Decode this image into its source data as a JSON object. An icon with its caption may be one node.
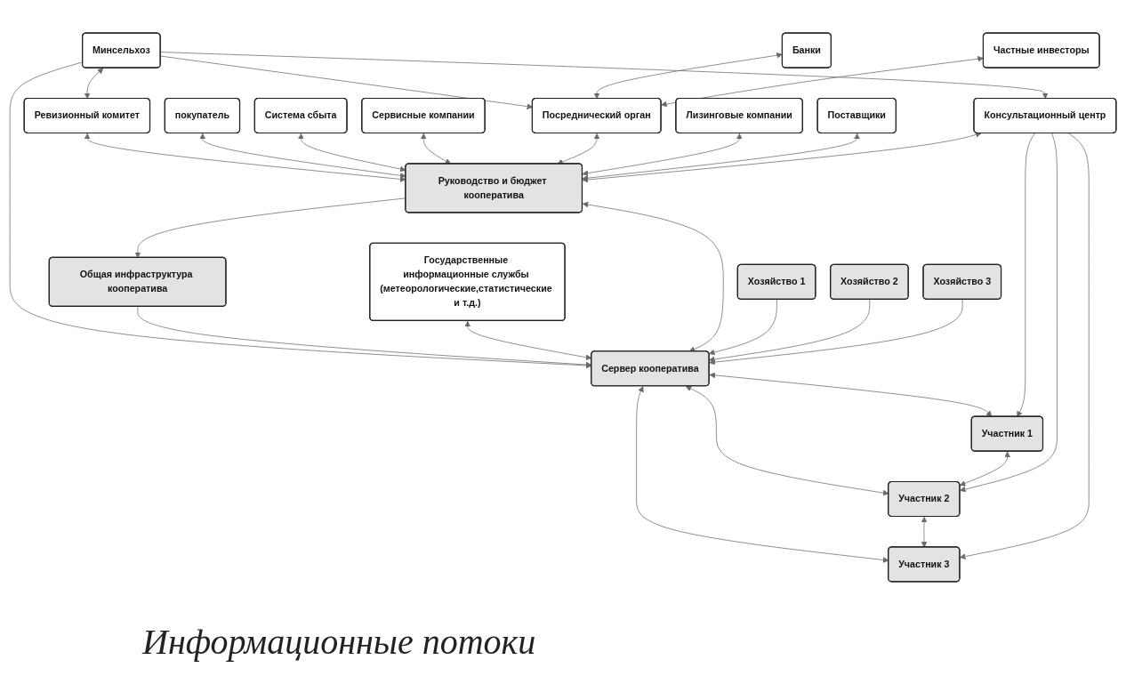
{
  "diagram": {
    "caption": "Информационные потоки",
    "nodes": [
      {
        "text": [
          "Минсельхоз"
        ]
      },
      {
        "text": [
          "покупатель"
        ]
      },
      {
        "text": [
          "Государственные информационные службы (метеорологические,статистические и т.д.)"
        ]
      },
      {
        "text": [
          "Система сбыта"
        ]
      },
      {
        "text": [
          "Ревизионный комитет"
        ]
      },
      {
        "text": [
          "Посреднический орган"
        ]
      },
      {
        "text": [
          "Общая инфраструктура кооператива"
        ]
      },
      {
        "text": [
          "Сервисные компании"
        ]
      },
      {
        "text": [
          "Банки"
        ]
      },
      {
        "text": [
          "Частные инвесторы"
        ]
      },
      {
        "text": [
          "Руководство и бюджет кооператива"
        ]
      },
      {
        "text": [
          "Лизинговые компании"
        ]
      },
      {
        "text": [
          "Сервер кооператива"
        ]
      },
      {
        "text": [
          "Поставщики"
        ]
      },
      {
        "text": [
          "Участник 1"
        ]
      },
      {
        "text": [
          "Участник 2"
        ]
      },
      {
        "text": [
          "Участник 3"
        ]
      },
      {
        "text": [
          "Консультационный центр"
        ]
      },
      {
        "text": [
          "Хозяйство 1"
        ]
      },
      {
        "text": [
          "Хозяйство 2"
        ]
      },
      {
        "text": [
          "Хозяйство 3"
        ]
      }
    ],
    "edges": [
      {
        "from": 0,
        "to": 17,
        "arrow": "to"
      },
      {
        "from": 0,
        "to": 5,
        "arrow": "to"
      },
      {
        "from": 0,
        "to": 4,
        "arrow": "both"
      },
      {
        "from": 0,
        "to": 12,
        "arrow": "to"
      },
      {
        "from": 4,
        "to": 10,
        "arrow": "both"
      },
      {
        "from": 1,
        "to": 10,
        "arrow": "both"
      },
      {
        "from": 3,
        "to": 10,
        "arrow": "both"
      },
      {
        "from": 10,
        "to": 6,
        "arrow": "to"
      },
      {
        "from": 6,
        "to": 12,
        "arrow": "to"
      },
      {
        "from": 2,
        "to": 12,
        "arrow": "both"
      },
      {
        "from": 7,
        "to": 10,
        "arrow": "both"
      },
      {
        "from": 5,
        "to": 10,
        "arrow": "both"
      },
      {
        "from": 8,
        "to": 5,
        "arrow": "both"
      },
      {
        "from": 9,
        "to": 5,
        "arrow": "both"
      },
      {
        "from": 11,
        "to": 10,
        "arrow": "both"
      },
      {
        "from": 13,
        "to": 10,
        "arrow": "both"
      },
      {
        "from": 17,
        "to": 10,
        "arrow": "both"
      },
      {
        "from": 10,
        "to": 12,
        "arrow": "both"
      },
      {
        "from": 12,
        "to": 14,
        "arrow": "both"
      },
      {
        "from": 12,
        "to": 15,
        "arrow": "both"
      },
      {
        "from": 12,
        "to": 16,
        "arrow": "both"
      },
      {
        "from": 14,
        "to": 15,
        "arrow": "both"
      },
      {
        "from": 15,
        "to": 16,
        "arrow": "both"
      },
      {
        "from": 17,
        "to": 14,
        "arrow": "to"
      },
      {
        "from": 17,
        "to": 15,
        "arrow": "to"
      },
      {
        "from": 17,
        "to": 16,
        "arrow": "to"
      },
      {
        "from": 18,
        "to": 12,
        "arrow": "to"
      },
      {
        "from": 19,
        "to": 12,
        "arrow": "to"
      },
      {
        "from": 20,
        "to": 12,
        "arrow": "to"
      }
    ]
  }
}
